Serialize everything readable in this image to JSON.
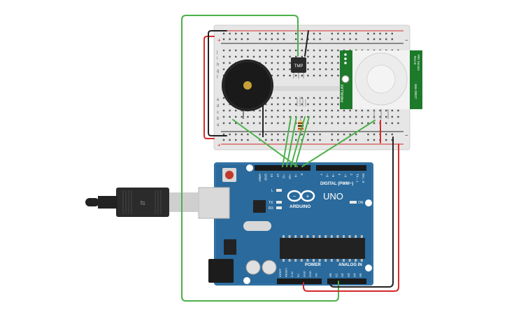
{
  "sensor_chip": {
    "label": "TMP"
  },
  "pir": {
    "label_vertical": "PARALLAX",
    "side_text_1": "PIR Sensor",
    "side_text_2": "Rev B",
    "side_text_3": "555-28027"
  },
  "arduino": {
    "brand": "ARDUINO",
    "model": "UNO",
    "header_digital": "DIGITAL (PWM~)",
    "header_power": "POWER",
    "header_analog": "ANALOG IN",
    "led_l": "L",
    "led_tx": "TX",
    "led_rx": "RX",
    "led_on": "ON",
    "digital_pins": [
      "AREF",
      "GND",
      "13",
      "12",
      "~11",
      "~10",
      "~9",
      "8",
      "7",
      "~6",
      "~5",
      "4",
      "~3",
      "2",
      "TX→1",
      "RX←0"
    ],
    "power_pins": [
      "IOREF",
      "RESET",
      "3.3V",
      "5V",
      "GND",
      "GND",
      "Vin"
    ],
    "analog_pins": [
      "A0",
      "A1",
      "A2",
      "A3",
      "A4",
      "A5"
    ]
  },
  "breadboard": {
    "row_letters_top": [
      "j",
      "i",
      "h",
      "g",
      "f"
    ],
    "row_letters_bottom": [
      "e",
      "d",
      "c",
      "b",
      "a"
    ],
    "rail_plus": "+",
    "rail_minus": "−"
  },
  "colors": {
    "wire_green": "#4cb04a",
    "wire_red": "#d42a2a",
    "wire_black": "#222222",
    "board_blue": "#2a6a9c",
    "pcb_green": "#1d7a2a",
    "breadboard": "#e6e6e6"
  }
}
